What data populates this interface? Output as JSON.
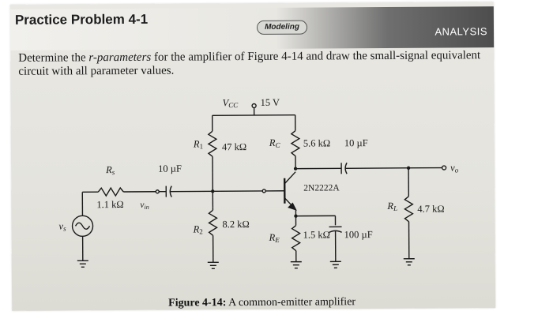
{
  "header": {
    "problem_title": "Practice Problem 4-1",
    "tag": "Modeling",
    "section": "ANALYSIS"
  },
  "statement": {
    "part1": "Determine the ",
    "italic": "r-parameters",
    "part2": " for the amplifier of Figure 4-14 and draw the small-signal equivalent circuit with all parameter values."
  },
  "circuit": {
    "vcc_name": "V",
    "vcc_sub": "CC",
    "vcc_value": "15 V",
    "r1_name": "R",
    "r1_sub": "1",
    "r1_value": "47 kΩ",
    "rc_name": "R",
    "rc_sub": "C",
    "rc_value": "5.6 kΩ",
    "c_out_value": "10 µF",
    "vo_label": "v",
    "vo_sub": "o",
    "rs_name": "R",
    "rs_sub": "s",
    "rs_value": "1.1 kΩ",
    "c_in_value": "10 µF",
    "vin_label": "v",
    "vin_sub": "in",
    "transistor": "2N2222A",
    "rl_name": "R",
    "rl_sub": "L",
    "rl_value": "4.7 kΩ",
    "vs_label": "v",
    "vs_sub": "s",
    "r2_name": "R",
    "r2_sub": "2",
    "r2_value": "8.2 kΩ",
    "re_name": "R",
    "re_sub": "E",
    "re_value": "1.5 kΩ",
    "ce_value": "100 µF"
  },
  "caption": {
    "figure": "Figure 4-14:",
    "text": " A common-emitter amplifier"
  }
}
